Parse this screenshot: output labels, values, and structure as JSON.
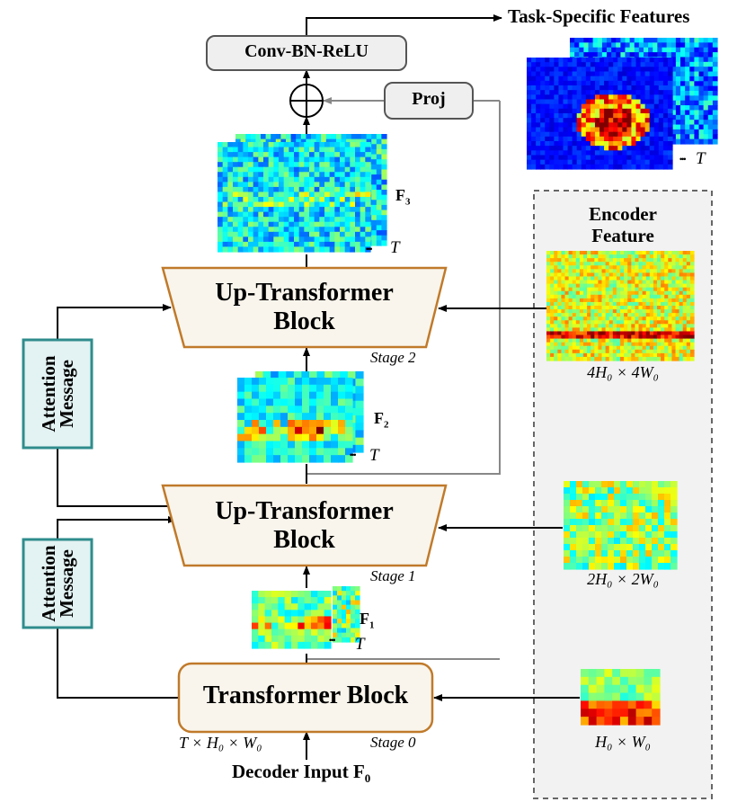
{
  "title": "Task-Specific Features",
  "top_block": "Conv-BN-ReLU",
  "proj": "Proj",
  "decoder_input": {
    "prefix": "Decoder Input ",
    "symbol": "F",
    "sub": "0"
  },
  "input_shape": "T × H₀ × W₀",
  "up_block": {
    "line1": "Up-Transformer",
    "line2": "Block"
  },
  "transformer_block": "Transformer Block",
  "stages": [
    "Stage 0",
    "Stage 1",
    "Stage 2"
  ],
  "attention": {
    "line1": "Attention",
    "line2": "Message"
  },
  "encoder": {
    "title_line1": "Encoder",
    "title_line2": "Feature",
    "sizes": [
      "H₀ × W₀",
      "2H₀ × 2W₀",
      "4H₀ × 4W₀"
    ]
  },
  "features": [
    {
      "symbol": "F",
      "sub": "1",
      "dots": "•••",
      "t": "T"
    },
    {
      "symbol": "F",
      "sub": "2",
      "dots": "•••",
      "t": "T"
    },
    {
      "symbol": "F",
      "sub": "3",
      "dots": "•••",
      "t": "T"
    }
  ],
  "task_t": "T",
  "colors": {
    "block_fill": "#f9f5ec",
    "block_stroke": "#c07a2a",
    "attn_fill": "#e3f2f2",
    "attn_stroke": "#2f8c8c",
    "encoder_bg": "#f2f2f2",
    "gray_line": "#888888"
  }
}
